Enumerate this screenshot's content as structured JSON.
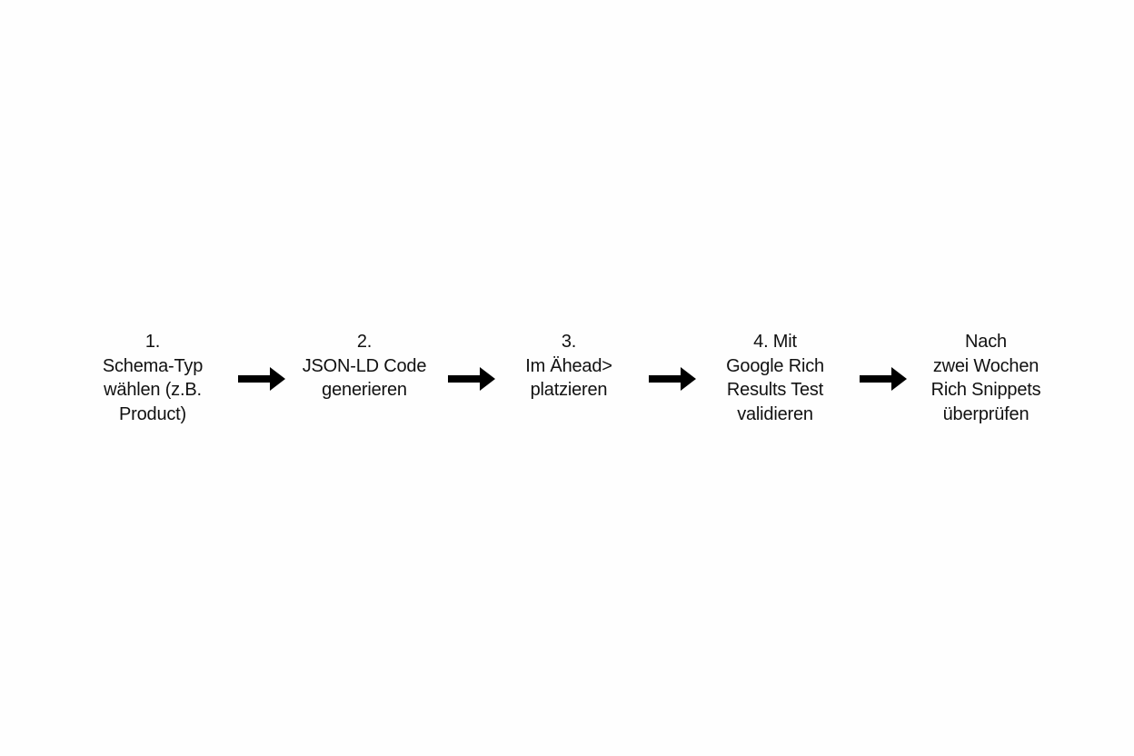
{
  "diagram": {
    "type": "flowchart",
    "direction": "left-to-right",
    "steps": [
      {
        "lines": [
          "1.",
          "Schema-Typ",
          "wählen (z.B.",
          "Product)"
        ]
      },
      {
        "lines": [
          "2.",
          "JSON-LD Code",
          "generieren"
        ]
      },
      {
        "lines": [
          "3.",
          "Im Ähead>",
          "platzieren"
        ]
      },
      {
        "lines": [
          "4. Mit",
          "Google Rich",
          "Results Test",
          "validieren"
        ]
      },
      {
        "lines": [
          "Nach",
          "zwei Wochen",
          "Rich Snippets",
          "überprüfen"
        ]
      }
    ],
    "connectors": [
      {
        "from": 0,
        "to": 1,
        "icon": "arrow-right-icon"
      },
      {
        "from": 1,
        "to": 2,
        "icon": "arrow-right-icon"
      },
      {
        "from": 2,
        "to": 3,
        "icon": "arrow-right-icon"
      },
      {
        "from": 3,
        "to": 4,
        "icon": "arrow-right-icon"
      }
    ],
    "colors": {
      "background": "#fefefe",
      "text": "#111111",
      "arrow": "#000000"
    }
  }
}
